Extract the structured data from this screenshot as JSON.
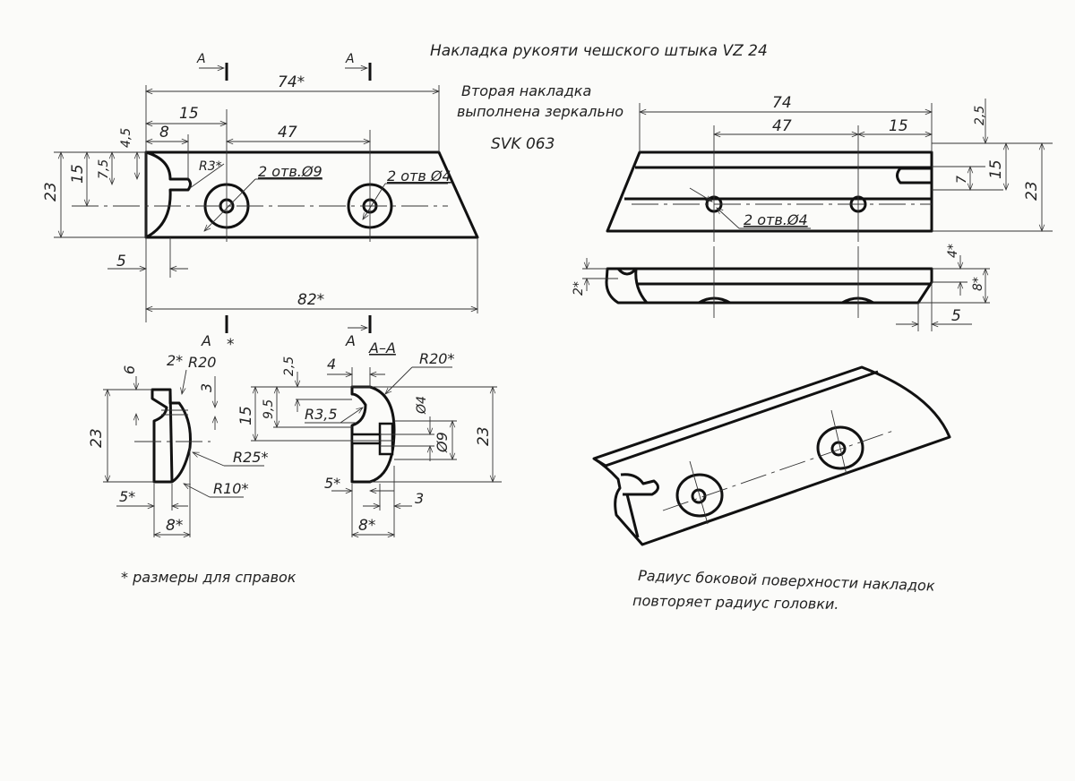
{
  "title": "Накладка рукояти чешского штыка VZ 24",
  "note_mirror": [
    "Вторая накладка",
    "выполнена зеркально"
  ],
  "code": "SVK 063",
  "front_view": {
    "section_mark": "A",
    "dims": {
      "overall_top": "74*",
      "d15": "15",
      "d8": "8",
      "d47": "47",
      "d4_5": "4,5",
      "d7_5": "7,5",
      "d15v": "15",
      "d23": "23",
      "r3": "R3*",
      "holes9": "2 отв.Ø9",
      "holes4": "2 отв Ø4",
      "d5": "5",
      "overall_bottom": "82*"
    }
  },
  "back_view": {
    "dims": {
      "d74": "74",
      "d47": "47",
      "d15": "15",
      "d2_5": "2,5",
      "d7": "7",
      "d15v": "15",
      "d23": "23",
      "holes4": "2 отв.Ø4"
    }
  },
  "bottom_view": {
    "dims": {
      "d2": "2*",
      "d4": "4*",
      "d8": "8*",
      "d5": "5"
    }
  },
  "section_left": {
    "label": "A",
    "dims": {
      "d6": "6",
      "d2": "2*",
      "r20": "R20",
      "star": "*",
      "d3": "3",
      "d23": "23",
      "r25": "R25*",
      "r10": "R10*",
      "d5": "5*",
      "d8": "8*"
    }
  },
  "section_aa": {
    "label": "A",
    "title": "A–A",
    "dims": {
      "d2_5": "2,5",
      "d4": "4",
      "r20": "R20*",
      "d15": "15",
      "d9_5": "9,5",
      "r3_5": "R3,5",
      "phi4": "Ø4",
      "phi9": "Ø9",
      "d23": "23",
      "d5": "5*",
      "d3": "3",
      "d8": "8*"
    }
  },
  "note_reference": "* размеры для справок",
  "note_radius": [
    "Радиус боковой поверхности накладок",
    "повторяет радиус головки."
  ]
}
